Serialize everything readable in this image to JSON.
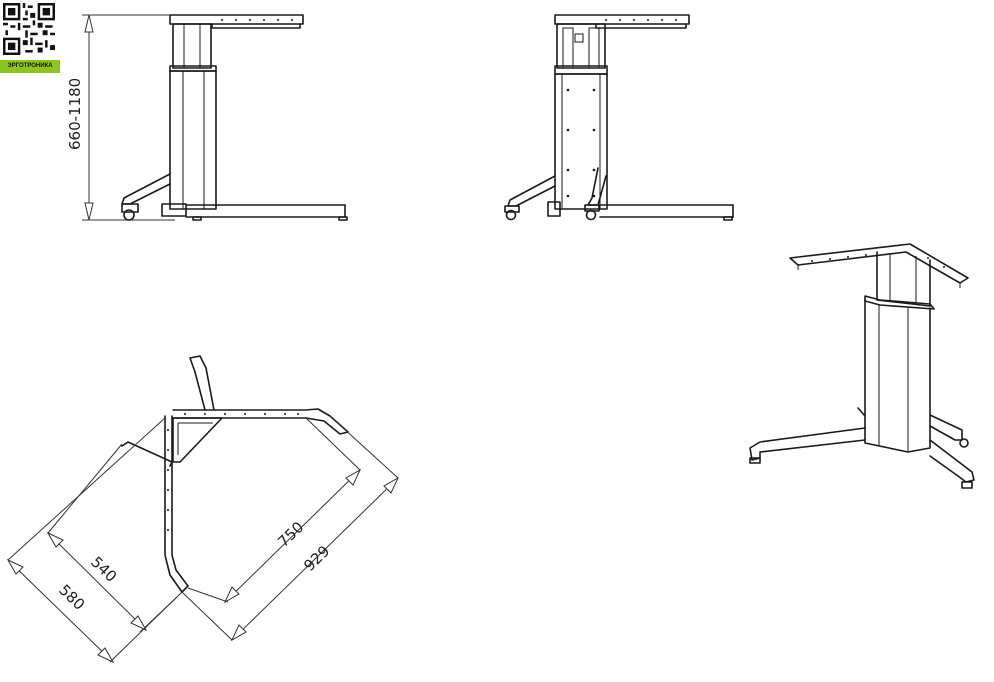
{
  "logo": {
    "name": "ЭРГОТРОНИКА"
  },
  "dimensions": {
    "height_range": "660-1180",
    "inner_short": "540",
    "outer_short": "580",
    "inner_long": "750",
    "outer_long": "929"
  }
}
